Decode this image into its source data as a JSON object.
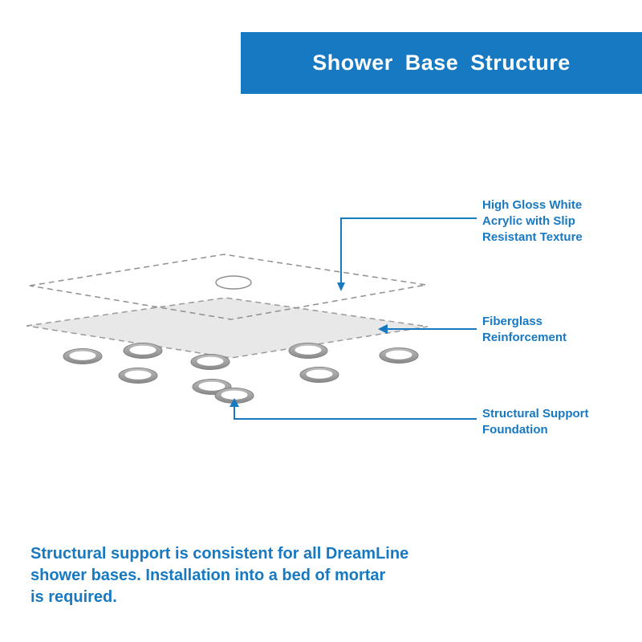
{
  "header": {
    "title": "Shower Base Structure"
  },
  "callouts": {
    "acrylic": {
      "lines": [
        "High Gloss White",
        "Acrylic with Slip",
        "Resistant Texture"
      ]
    },
    "fiberglass": {
      "lines": [
        "Fiberglass",
        "Reinforcement"
      ]
    },
    "support": {
      "lines": [
        "Structural Support",
        "Foundation"
      ]
    }
  },
  "footer": {
    "lines": [
      "Structural support is consistent for all DreamLine",
      "shower bases. Installation into a bed of mortar",
      "is required."
    ]
  },
  "colors": {
    "brand_blue": "#1779c2",
    "header_text": "#ffffff",
    "layer_fill": "#e8e8e8",
    "outline_gray": "#8f8f8f",
    "ring_gray": "#a0a0a0"
  }
}
